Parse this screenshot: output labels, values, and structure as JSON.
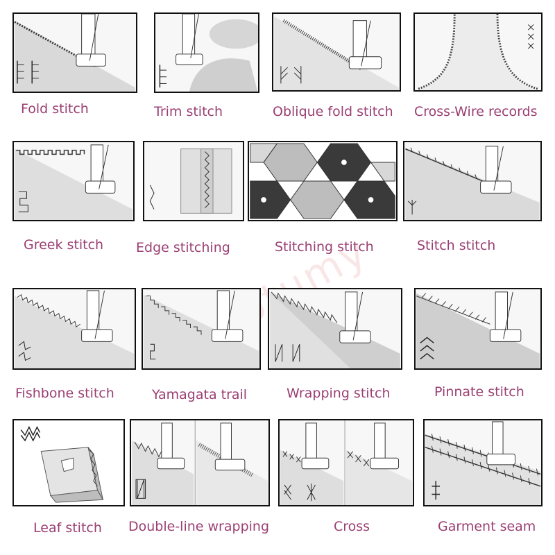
{
  "watermark": "Kotumy",
  "colors": {
    "label": "#9a3f73",
    "border": "#111111",
    "fabric": "#d9d9d9",
    "background": "#f7f7f7"
  },
  "stitches": [
    {
      "label": "Fold stitch"
    },
    {
      "label": "Trim stitch"
    },
    {
      "label": "Oblique fold stitch"
    },
    {
      "label": "Cross-Wire records"
    },
    {
      "label": "Greek stitch"
    },
    {
      "label": "Edge stitching"
    },
    {
      "label": "Stitching stitch"
    },
    {
      "label": "Stitch stitch"
    },
    {
      "label": "Fishbone stitch"
    },
    {
      "label": "Yamagata trail"
    },
    {
      "label": "Wrapping stitch"
    },
    {
      "label": "Pinnate stitch"
    },
    {
      "label": "Leaf stitch"
    },
    {
      "label": "Double-line wrapping"
    },
    {
      "label": "Cross"
    },
    {
      "label": "Garment seam"
    }
  ]
}
